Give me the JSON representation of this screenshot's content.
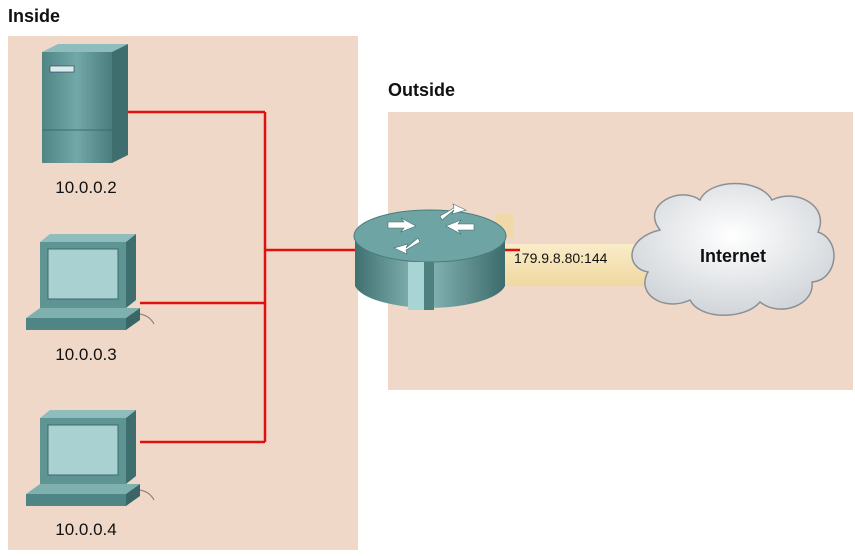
{
  "zones": {
    "inside_label": "Inside",
    "outside_label": "Outside"
  },
  "hosts": [
    {
      "ip": "10.0.0.2",
      "device": "server-icon"
    },
    {
      "ip": "10.0.0.3",
      "device": "workstation-icon"
    },
    {
      "ip": "10.0.0.4",
      "device": "workstation-icon"
    }
  ],
  "router": {
    "device": "router-icon"
  },
  "translation_label": "179.9.8.80:144",
  "cloud_label": "Internet",
  "colors": {
    "zone_fill": "#f0d8c8",
    "link": "#e01010",
    "device_teal": "#5e9494",
    "cloud_fill": "#e2e6ea"
  }
}
